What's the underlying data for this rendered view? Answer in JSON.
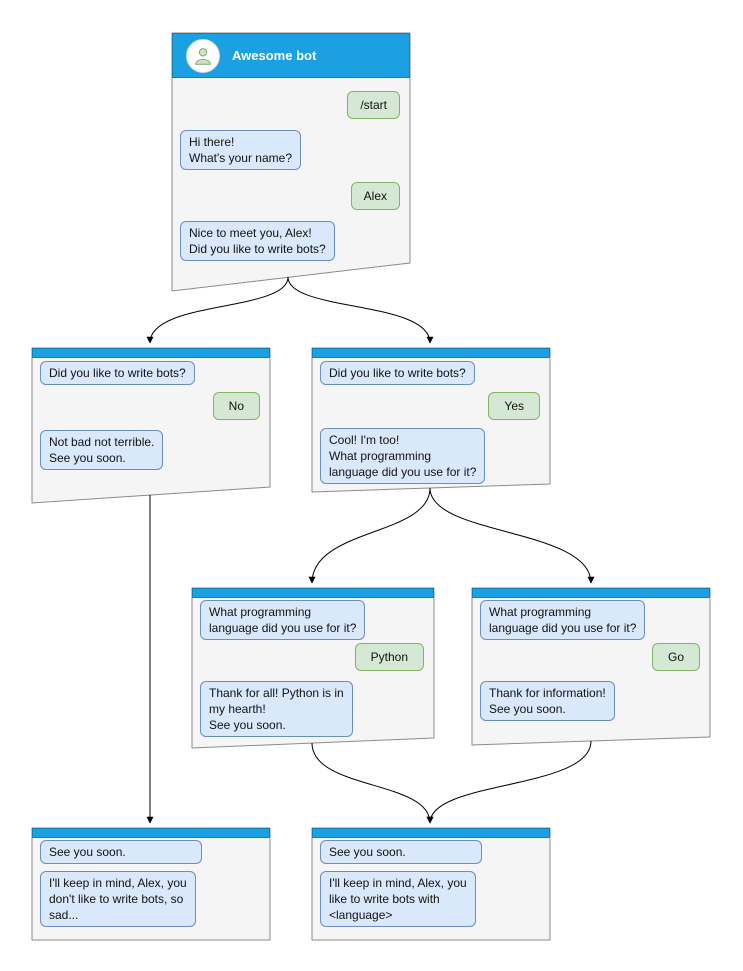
{
  "colors": {
    "header_blue": "#1ba1e2",
    "bot_bubble_bg": "#dae8fc",
    "bot_bubble_border": "#6c8ebf",
    "user_bubble_bg": "#d5e8d4",
    "user_bubble_border": "#82b366",
    "window_bg": "#f5f5f5"
  },
  "main_window": {
    "title": "Awesome bot",
    "messages": {
      "start_command": "/start",
      "greeting": "Hi there!\nWhat's your name?",
      "name_reply": "Alex",
      "nice_to_meet": "Nice to meet you, Alex!\nDid you like to write bots?"
    }
  },
  "no_branch": {
    "question": "Did you like to write bots?",
    "answer": "No",
    "response": "Not bad not terrible.\nSee you soon."
  },
  "yes_branch": {
    "question": "Did you like to write bots?",
    "answer": "Yes",
    "response": "Cool! I'm too!\nWhat programming\nlanguage did you use for it?"
  },
  "python_branch": {
    "question": "What programming\nlanguage did you use for it?",
    "answer": "Python",
    "response": "Thank for all! Python is in\nmy hearth!\nSee you soon."
  },
  "go_branch": {
    "question": "What programming\nlanguage did you use for it?",
    "answer": "Go",
    "response": "Thank for information!\nSee you soon."
  },
  "end_no": {
    "first_message": "See you soon.",
    "response": "I'll keep in mind, Alex, you\ndon't like to write bots, so\nsad..."
  },
  "end_yes": {
    "first_message": "See you soon.",
    "response": "I'll keep in mind, Alex, you\nlike to write bots with\n<language>"
  }
}
